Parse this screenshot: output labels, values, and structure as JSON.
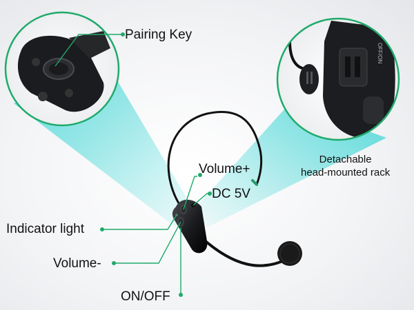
{
  "labels": {
    "pairing_key": "Pairing Key",
    "volume_plus": "Volume+",
    "dc_5v": "DC 5V",
    "indicator_light": "Indicator light",
    "volume_minus": "Volume-",
    "on_off": "ON/OFF",
    "rack_line1": "Detachable",
    "rack_line2": "head-mounted rack"
  },
  "device_switch_text": "OFF/ON",
  "colors": {
    "accent": "#1faa6b",
    "beam": "#3fd6d6",
    "device": "#1c1d20"
  }
}
